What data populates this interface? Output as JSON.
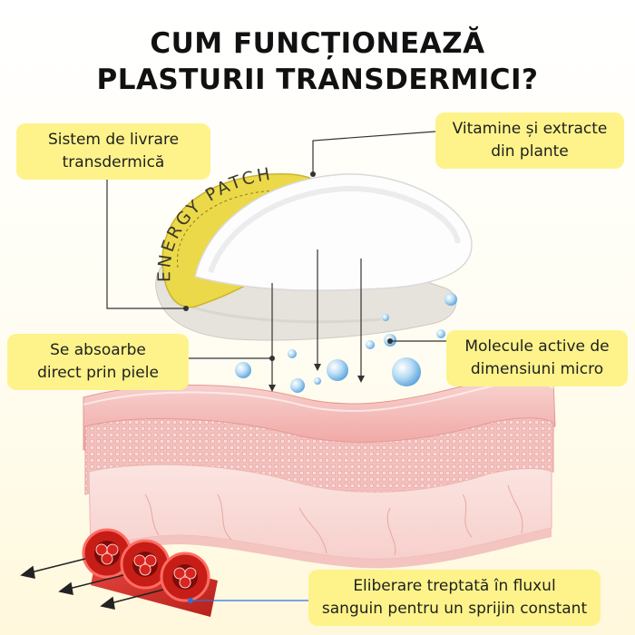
{
  "title": {
    "line1": "CUM FUNCȚIONEAZĂ",
    "line2": "PLASTURII TRANSDERMICI?"
  },
  "patch": {
    "printed_text": "ENERGY PATCH",
    "color": "#ecd94a"
  },
  "callouts": {
    "delivery_system": {
      "line1": "Sistem de livrare",
      "line2": "transdermică"
    },
    "vitamins": {
      "line1": "Vitamine și extracte",
      "line2": "din plante"
    },
    "absorbed": {
      "line1": "Se absoarbe",
      "line2": "direct prin piele"
    },
    "molecules": {
      "line1": "Molecule active de",
      "line2": "dimensiuni micro"
    },
    "release": {
      "line1": "Eliberare treptată în fluxul",
      "line2": "sanguin pentru un sprijin constant"
    }
  },
  "colors": {
    "callout_bg": "#fdf38a",
    "skin_top": "#f3b9b6",
    "skin_mid": "#f6cfcf",
    "dermis": "#fbe2df",
    "blood": "#d8251f",
    "leader_line": "#333333",
    "accent_dot": "#2f6fde"
  }
}
